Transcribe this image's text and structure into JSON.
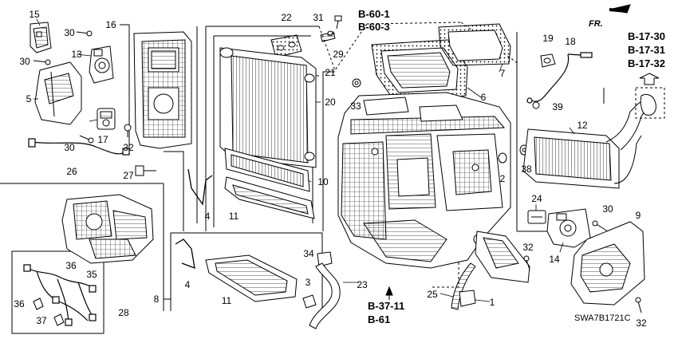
{
  "diagram_code": "SWA7B1721C",
  "direction_label": "FR.",
  "references": {
    "top_center": [
      "B-60-1",
      "B-60-3"
    ],
    "right": [
      "B-17-30",
      "B-17-31",
      "B-17-32"
    ],
    "bottom": [
      "B-37-11",
      "B-61"
    ]
  },
  "part_numbers": {
    "p15": "15",
    "p16": "16",
    "p30a": "30",
    "p30b": "30",
    "p13": "13",
    "p5": "5",
    "p17": "17",
    "p32a": "32",
    "p30c": "30",
    "p26": "26",
    "p27": "27",
    "p22": "22",
    "p31": "31",
    "p29": "29",
    "p21": "21",
    "p20": "20",
    "p33": "33",
    "p6": "6",
    "p7": "7",
    "p19": "19",
    "p18": "18",
    "p39": "39",
    "p12": "12",
    "p10": "10",
    "p4a": "4",
    "p11a": "11",
    "p2": "2",
    "p38": "38",
    "p24": "24",
    "p30d": "30",
    "p9": "9",
    "p14": "14",
    "p32b": "32",
    "p32c": "32",
    "p34": "34",
    "p3": "3",
    "p23": "23",
    "p25": "25",
    "p1": "1",
    "p4b": "4",
    "p11b": "11",
    "p8": "8",
    "p36a": "36",
    "p35": "35",
    "p36b": "36",
    "p37": "37",
    "p28": "28"
  }
}
